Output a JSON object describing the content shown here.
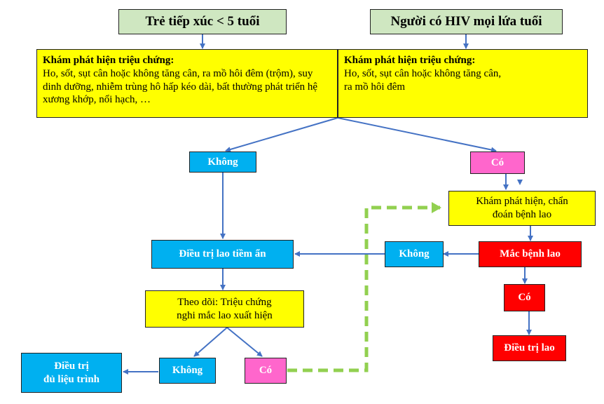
{
  "top_left": "Trẻ tiếp xúc < 5 tuổi",
  "top_right": "Người có HIV mọi lứa tuổi",
  "screen_left": {
    "heading": "Khám phát hiện triệu chứng:",
    "text": "Ho, sốt, sụt cân hoặc không tăng cân, ra mồ hôi đêm (trộm), suy dinh dưỡng, nhiễm trùng hô hấp kéo dài, bất thường phát triển hệ xương khớp, nổi hạch, …"
  },
  "screen_right": {
    "heading": "Khám phát hiện triệu chứng:",
    "line1": "Ho, sốt, sụt cân hoặc không tăng cân,",
    "line2": "ra mồ hôi đêm"
  },
  "no_1": "Không",
  "yes_1": "Có",
  "diagnose": {
    "line1": "Khám phát hiện, chẩn",
    "line2": "đoán bệnh lao"
  },
  "latent_treatment": "Điều trị lao tiềm ẩn",
  "no_2": "Không",
  "has_tb": "Mắc bệnh lao",
  "monitor": {
    "line1": "Theo dõi: Triệu chứng",
    "line2": "nghi mắc lao xuất hiện"
  },
  "yes_2": "Có",
  "tb_treatment": "Điều trị lao",
  "full_course": {
    "line1": "Điều trị",
    "line2": "đủ liệu trình"
  },
  "no_3": "Không",
  "yes_3": "Có",
  "colors": {
    "green": "#cfe7c1",
    "yellow": "#ffff00",
    "cyan": "#00b0f0",
    "pink": "#ff66cc",
    "red": "#ff0000",
    "arrow": "#4472c4",
    "dashed": "#92d050"
  }
}
